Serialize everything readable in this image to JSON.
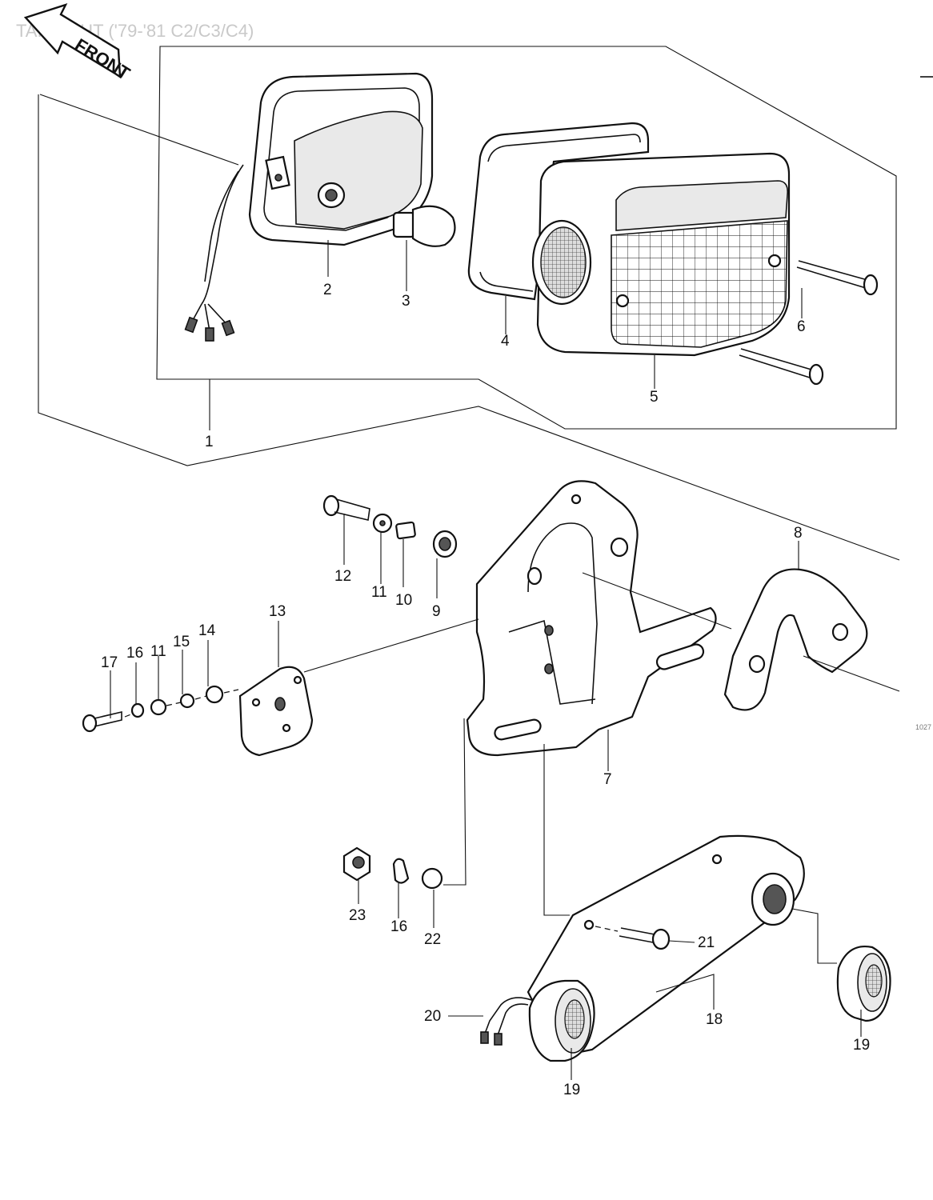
{
  "header": {
    "title": "TAILLIGHT ('79-'81 C2/C3/C4)",
    "front_label": "FRONT"
  },
  "callouts": [
    {
      "id": "c1",
      "label": "1"
    },
    {
      "id": "c2",
      "label": "2"
    },
    {
      "id": "c3",
      "label": "3"
    },
    {
      "id": "c4",
      "label": "4"
    },
    {
      "id": "c5",
      "label": "5"
    },
    {
      "id": "c6",
      "label": "6"
    },
    {
      "id": "c7",
      "label": "7"
    },
    {
      "id": "c8",
      "label": "8"
    },
    {
      "id": "c9",
      "label": "9"
    },
    {
      "id": "c10",
      "label": "10"
    },
    {
      "id": "c11a",
      "label": "11"
    },
    {
      "id": "c11b",
      "label": "11"
    },
    {
      "id": "c12",
      "label": "12"
    },
    {
      "id": "c13",
      "label": "13"
    },
    {
      "id": "c14",
      "label": "14"
    },
    {
      "id": "c15",
      "label": "15"
    },
    {
      "id": "c16a",
      "label": "16"
    },
    {
      "id": "c16b",
      "label": "16"
    },
    {
      "id": "c17",
      "label": "17"
    },
    {
      "id": "c18",
      "label": "18"
    },
    {
      "id": "c19a",
      "label": "19"
    },
    {
      "id": "c19b",
      "label": "19"
    },
    {
      "id": "c20",
      "label": "20"
    },
    {
      "id": "c21",
      "label": "21"
    },
    {
      "id": "c22",
      "label": "22"
    },
    {
      "id": "c23",
      "label": "23"
    }
  ],
  "side_code": "1027"
}
